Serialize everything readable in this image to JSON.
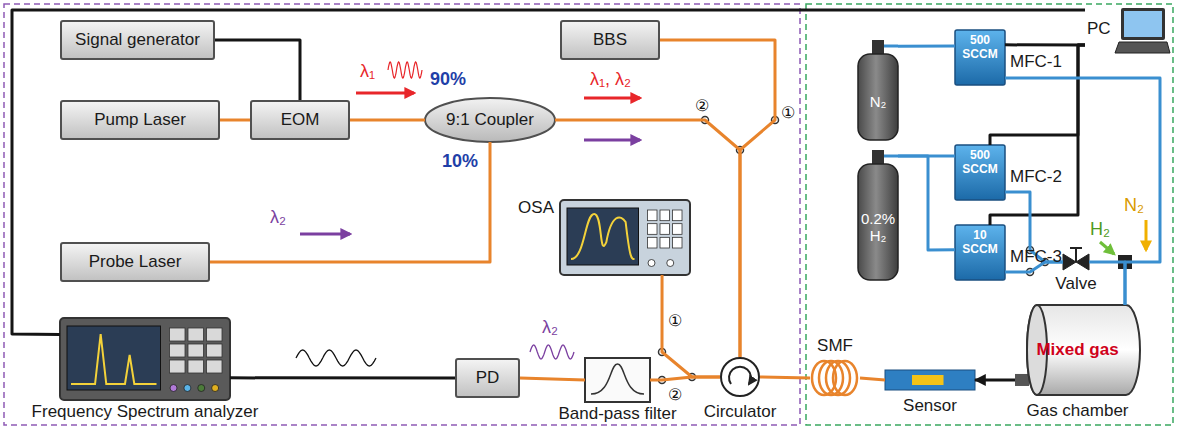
{
  "diagram": {
    "nodes": [
      {
        "text": [
          "Signal generator"
        ]
      },
      {
        "text": [
          "BBS"
        ]
      },
      {
        "text": [
          "Pump Laser"
        ]
      },
      {
        "text": [
          "EOM"
        ]
      },
      {
        "text": [
          "9:1 Coupler"
        ]
      },
      {
        "text": [
          "Probe Laser"
        ]
      },
      {
        "text": [
          "OSA"
        ]
      },
      {
        "text": [
          "Frequency Spectrum analyzer"
        ]
      },
      {
        "text": [
          "PD"
        ]
      },
      {
        "text": [
          "Band-pass filter"
        ]
      },
      {
        "text": [
          "Circulator"
        ]
      },
      {
        "text": [
          "PC"
        ]
      },
      {
        "text": [
          "N₂"
        ]
      },
      {
        "text": [
          "0.2% H₂"
        ]
      },
      {
        "text": [
          "500 SCCM",
          "MFC-1"
        ]
      },
      {
        "text": [
          "500 SCCM",
          "MFC-2"
        ]
      },
      {
        "text": [
          "10 SCCM",
          "MFC-3"
        ]
      },
      {
        "text": [
          "Valve"
        ]
      },
      {
        "text": [
          "SMF"
        ]
      },
      {
        "text": [
          "Sensor"
        ]
      },
      {
        "text": [
          "Mixed gas",
          "Gas chamber"
        ]
      }
    ],
    "edges": [
      {
        "from": 0,
        "to": 3,
        "arrow": "none"
      },
      {
        "from": 2,
        "to": 3,
        "arrow": "none"
      },
      {
        "from": 3,
        "to": 4,
        "arrow": "none"
      },
      {
        "from": 5,
        "to": 4,
        "arrow": "none"
      },
      {
        "from": 4,
        "to": 10,
        "arrow": "none"
      },
      {
        "from": 1,
        "to": 10,
        "arrow": "none"
      },
      {
        "from": 10,
        "to": 18,
        "arrow": "none"
      },
      {
        "from": 18,
        "to": 19,
        "arrow": "none"
      },
      {
        "from": 20,
        "to": 19,
        "arrow": "to"
      },
      {
        "from": 10,
        "to": 9,
        "arrow": "none"
      },
      {
        "from": 10,
        "to": 6,
        "arrow": "none"
      },
      {
        "from": 9,
        "to": 8,
        "arrow": "none"
      },
      {
        "from": 8,
        "to": 7,
        "arrow": "none"
      },
      {
        "from": 7,
        "to": 11,
        "arrow": "none"
      },
      {
        "from": 11,
        "to": 14,
        "arrow": "none"
      },
      {
        "from": 11,
        "to": 15,
        "arrow": "none"
      },
      {
        "from": 11,
        "to": 16,
        "arrow": "none"
      },
      {
        "from": 12,
        "to": 14,
        "arrow": "none"
      },
      {
        "from": 13,
        "to": 15,
        "arrow": "none"
      },
      {
        "from": 13,
        "to": 16,
        "arrow": "none"
      },
      {
        "from": 15,
        "to": 17,
        "arrow": "none"
      },
      {
        "from": 16,
        "to": 17,
        "arrow": "none"
      },
      {
        "from": 17,
        "to": 20,
        "arrow": "none"
      },
      {
        "from": 14,
        "to": 20,
        "arrow": "none"
      }
    ],
    "labels": [
      "λ₁",
      "90%",
      "λ₁, λ₂",
      "10%",
      "λ₂",
      "①",
      "②",
      "①",
      "②",
      "λ₂",
      "H₂",
      "N₂"
    ]
  }
}
